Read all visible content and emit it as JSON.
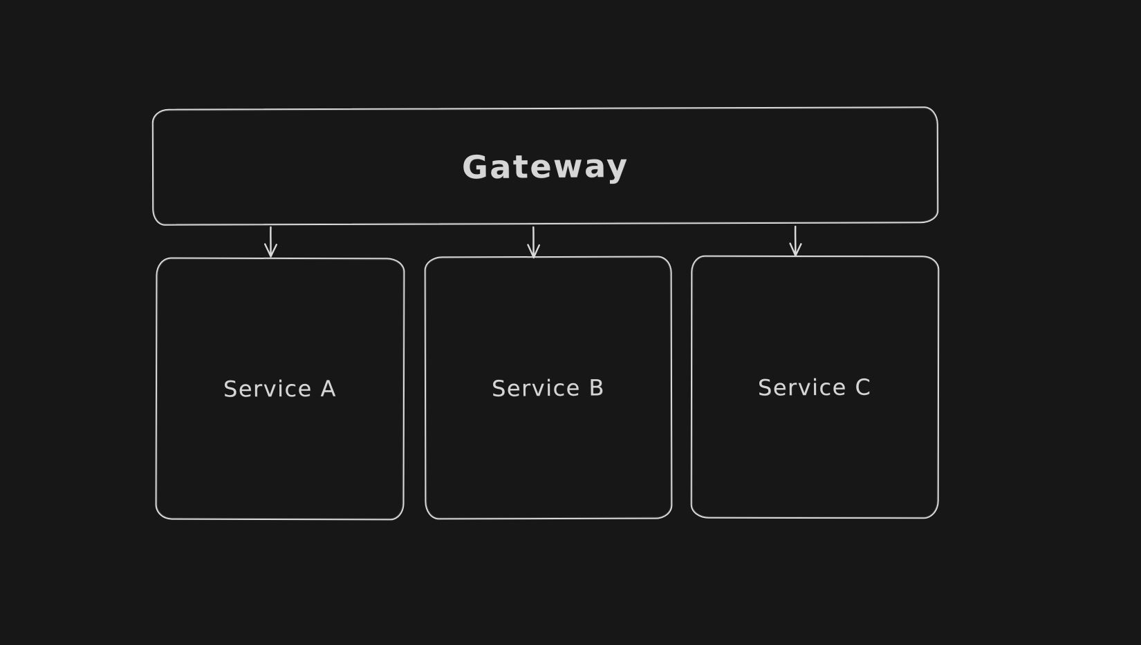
{
  "canvas": {
    "background": "#171717",
    "stroke_color": "#d9d9d9",
    "text_color": "#d6d6d6"
  },
  "diagram": {
    "nodes": [
      {
        "id": "gateway",
        "label": "Gateway"
      },
      {
        "id": "service-a",
        "label": "Service A"
      },
      {
        "id": "service-b",
        "label": "Service B"
      },
      {
        "id": "service-c",
        "label": "Service C"
      }
    ],
    "edges": [
      {
        "from": "gateway",
        "to": "service-a"
      },
      {
        "from": "gateway",
        "to": "service-b"
      },
      {
        "from": "gateway",
        "to": "service-c"
      }
    ]
  }
}
